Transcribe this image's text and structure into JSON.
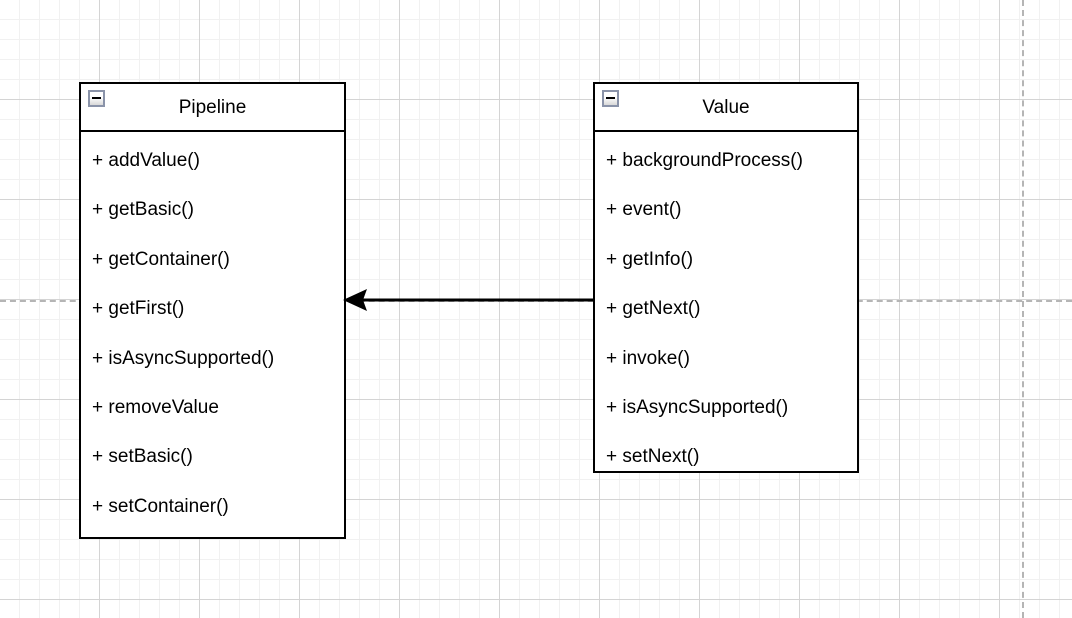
{
  "diagram": {
    "type": "uml-class-diagram",
    "background": {
      "grid": "on",
      "minor_grid_color": "#f1f1f1",
      "major_grid_color": "#d4d4d4",
      "canvas_color": "#ffffff"
    },
    "guides": {
      "horizontal_color": "#b5b5b5",
      "vertical_color": "#b5b5b5"
    },
    "classes": [
      {
        "id": "pipeline",
        "name": "Pipeline",
        "collapse_icon": "collapse-minus-icon",
        "members": [
          "+ addValue()",
          "+ getBasic()",
          "+ getContainer()",
          "+ getFirst()",
          "+ isAsyncSupported()",
          "+ removeValue",
          "+ setBasic()",
          "+ setContainer()"
        ]
      },
      {
        "id": "value",
        "name": "Value",
        "collapse_icon": "collapse-minus-icon",
        "members": [
          "+ backgroundProcess()",
          "+ event()",
          "+ getInfo()",
          "+ getNext()",
          "+ invoke()",
          "+ isAsyncSupported()",
          "+ setNext()"
        ]
      }
    ],
    "relationships": [
      {
        "id": "value-to-pipeline",
        "kind": "association",
        "from": "Value",
        "to": "Pipeline",
        "arrowhead": "filled-triangle",
        "line_style": "solid",
        "color": "#000000"
      }
    ]
  }
}
